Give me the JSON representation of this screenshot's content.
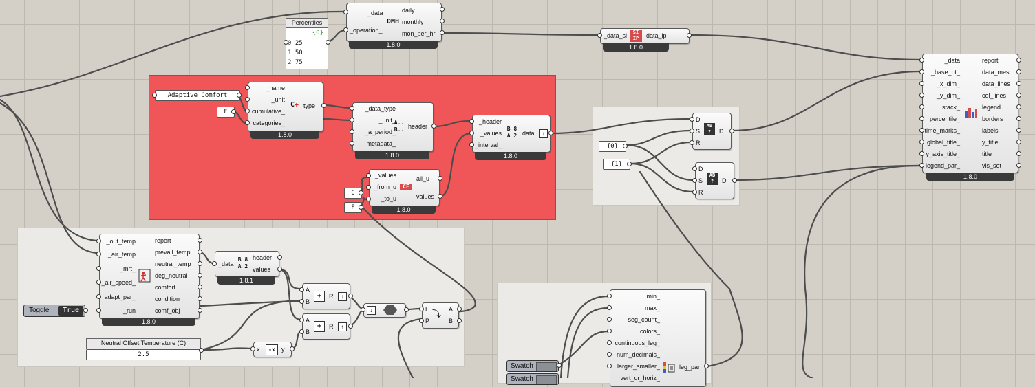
{
  "canvas": {
    "background": "#d4d0c8",
    "group_red": "#f05557",
    "group_grey": "#ebeae6"
  },
  "percentiles_panel": {
    "title": "Percentiles",
    "path": "{0}",
    "rows": [
      {
        "index": "0",
        "value": "25"
      },
      {
        "index": "1",
        "value": "50"
      },
      {
        "index": "2",
        "value": "75"
      }
    ]
  },
  "dmh": {
    "inputs": [
      "_data",
      "_operation_"
    ],
    "outputs": [
      "daily",
      "monthly",
      "mon_per_hr"
    ],
    "icon": "DMH",
    "version": "1.8.0"
  },
  "si_ip": {
    "input": "_data_si",
    "output": "data_ip",
    "icon_top": "SI",
    "icon_bottom": "IP",
    "version": "1.8.0"
  },
  "monthly_chart": {
    "inputs": [
      "_data",
      "_base_pt_",
      "_x_dim_",
      "_y_dim_",
      "stack_",
      "percentile_",
      "time_marks_",
      "global_title_",
      "y_axis_title_",
      "legend_par_"
    ],
    "outputs": [
      "report",
      "data_mesh",
      "data_lines",
      "col_lines",
      "legend",
      "borders",
      "labels",
      "y_title",
      "title",
      "vis_set"
    ],
    "version": "1.8.0"
  },
  "adaptive_text": {
    "value": "Adaptive Comfort"
  },
  "false_text_1": {
    "value": "F"
  },
  "type_comp": {
    "inputs": [
      "_name",
      "_unit",
      "cumulative_",
      "categories_"
    ],
    "output": "type",
    "icon": "C",
    "version": "1.8.0"
  },
  "header_comp": {
    "inputs": [
      "_data_type",
      "_unit_",
      "_a_period_",
      "metadata_"
    ],
    "output": "header",
    "icon_a": "A..",
    "icon_b": "B..",
    "version": "1.8.0"
  },
  "data_comp": {
    "inputs": [
      "_header",
      "_values",
      "_interval_"
    ],
    "output": "data",
    "icon": "B 8 A 2",
    "version": "1.8.0"
  },
  "convert_comp": {
    "inputs": [
      "_values",
      "_from_u",
      "_to_u"
    ],
    "outputs": [
      "all_u",
      "values"
    ],
    "icon": "CF",
    "version": "1.8.0"
  },
  "c_text": {
    "value": "C"
  },
  "f_text": {
    "value": "F"
  },
  "path0_text": {
    "value": "{0}"
  },
  "path1_text": {
    "value": "{1}"
  },
  "tree_a": {
    "inputs": [
      "D",
      "S",
      "R"
    ],
    "output": "D"
  },
  "tree_b": {
    "inputs": [
      "D",
      "S",
      "R"
    ],
    "output": "D"
  },
  "adaptive_comp": {
    "inputs": [
      "_out_temp",
      "_air_temp",
      "_mrt_",
      "_air_speed_",
      "adapt_par_",
      "_run"
    ],
    "outputs": [
      "report",
      "prevail_temp",
      "neutral_temp",
      "deg_neutral",
      "comfort",
      "condition",
      "comf_obj"
    ],
    "version": "1.8.0"
  },
  "toggle": {
    "label": "Toggle",
    "value": "True"
  },
  "deconstruct": {
    "input": "_data",
    "outputs": [
      "header",
      "values"
    ],
    "icon": "B 8 A 2",
    "version": "1.8.1"
  },
  "add_a": {
    "inputs": [
      "A",
      "B"
    ],
    "output": "R",
    "icon": "+"
  },
  "add_b": {
    "inputs": [
      "A",
      "B"
    ],
    "output": "R",
    "icon": "+"
  },
  "negative": {
    "input": "x",
    "output": "y",
    "icon": "-x"
  },
  "neutral_slider": {
    "title": "Neutral Offset Temperature (C)",
    "value": "2.5"
  },
  "merge_comp": {
    "inputs": [
      "L",
      "P"
    ],
    "outputs": [
      "A",
      "B"
    ]
  },
  "legend_par": {
    "inputs": [
      "min_",
      "max_",
      "seg_count_",
      "colors_",
      "continuous_leg_",
      "num_decimals_",
      "larger_smaller_",
      "vert_or_horiz_"
    ],
    "output": "leg_par"
  },
  "swatch": {
    "label": "Swatch"
  },
  "swatch_2": {
    "label": "Swatch"
  }
}
